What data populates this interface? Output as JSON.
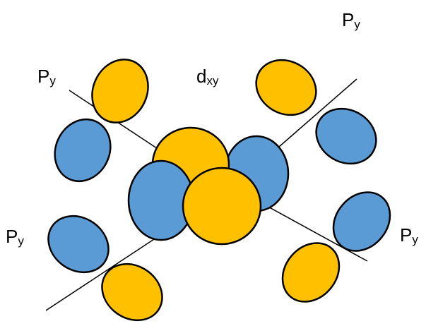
{
  "colors": {
    "positive_lobe": "#FFC000",
    "negative_lobe": "#5B9BD5",
    "outline": "#000000",
    "axis_line": "#000000",
    "background": "#FFFFFF"
  },
  "labels": {
    "center": {
      "main": "d",
      "sub": "xy"
    },
    "top_left": {
      "main": "P",
      "sub": "y"
    },
    "top_right": {
      "main": "P",
      "sub": "y"
    },
    "bottom_left": {
      "main": "P",
      "sub": "y"
    },
    "bottom_right": {
      "main": "P",
      "sub": "y"
    }
  }
}
